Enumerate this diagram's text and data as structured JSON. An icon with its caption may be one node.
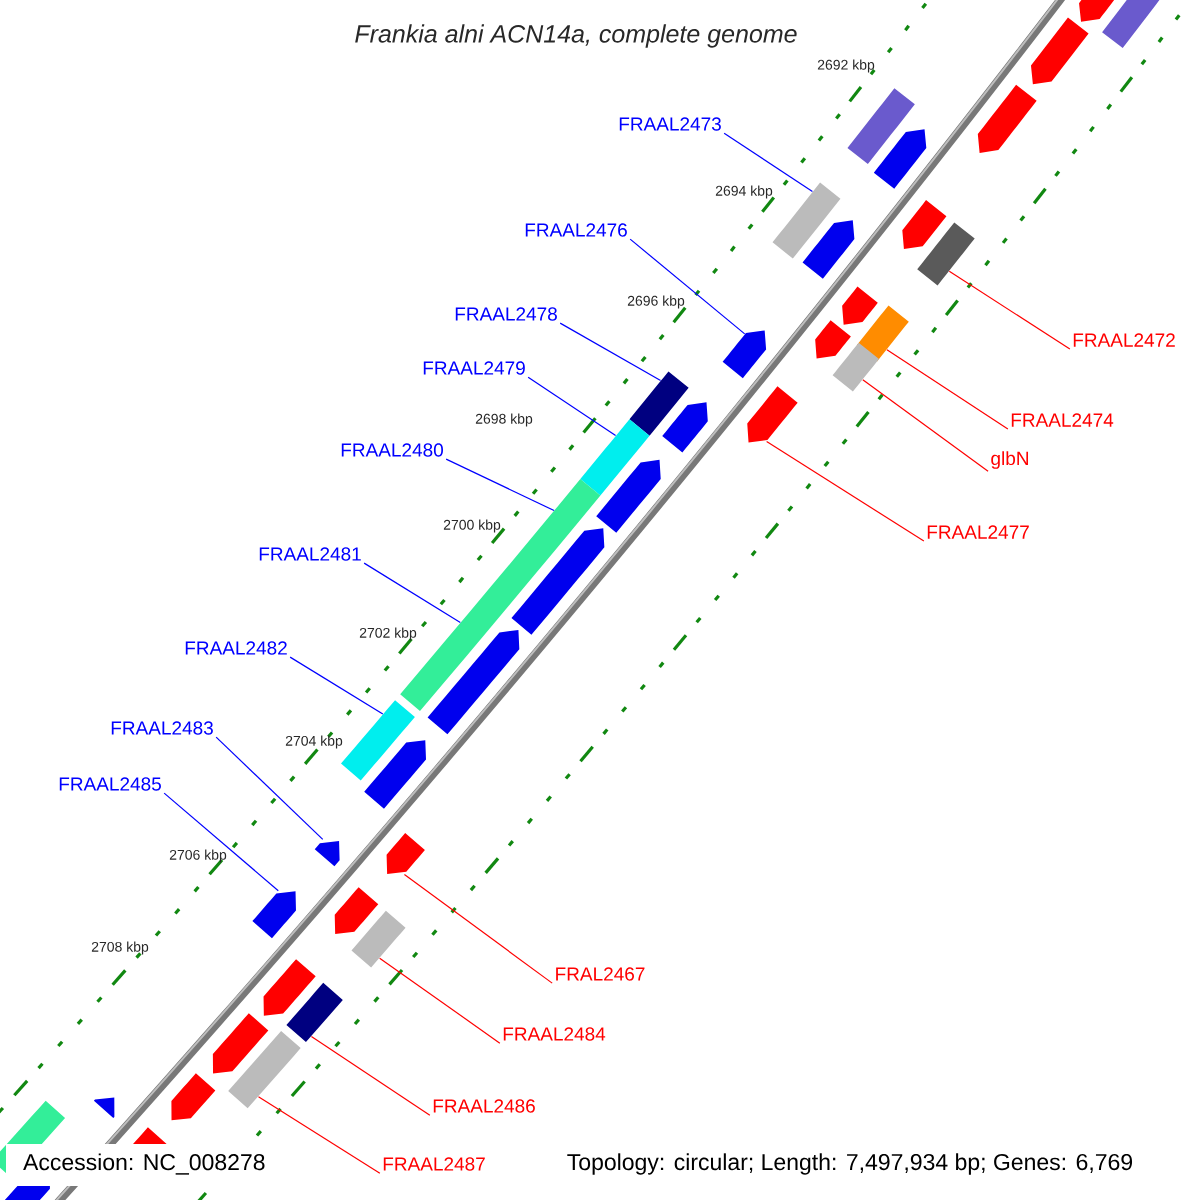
{
  "diagram": {
    "title": "Frankia alni ACN14a, complete genome",
    "nodes": [
      {
        "text": [
          "FRAAL2473"
        ]
      },
      {
        "text": [
          "FRAAL2476"
        ]
      },
      {
        "text": [
          "FRAAL2478"
        ]
      },
      {
        "text": [
          "FRAAL2472"
        ]
      },
      {
        "text": [
          "FRAAL2479"
        ]
      },
      {
        "text": [
          "FRAAL2474"
        ]
      },
      {
        "text": [
          "FRAAL2480"
        ]
      },
      {
        "text": [
          "glbN"
        ]
      },
      {
        "text": [
          "FRAAL2477"
        ]
      },
      {
        "text": [
          "FRAAL2481"
        ]
      },
      {
        "text": [
          "FRAAL2482"
        ]
      },
      {
        "text": [
          "FRAAL2483"
        ]
      },
      {
        "text": [
          "FRAAL2485"
        ]
      },
      {
        "text": [
          "FRAL2467"
        ]
      },
      {
        "text": [
          "FRAAL2484"
        ]
      },
      {
        "text": [
          "FRAAL2486"
        ]
      },
      {
        "text": [
          "FRAAL2487"
        ]
      },
      {
        "text": [],
        "shape": "bar"
      },
      {
        "text": [],
        "shape": "pentagon"
      },
      {
        "text": [],
        "shape": "pentagon"
      },
      {
        "text": [],
        "shape": "pentagon"
      },
      {
        "text": [],
        "shape": "bar"
      },
      {
        "text": [],
        "shape": "pentagon"
      },
      {
        "text": [],
        "shape": "pentagon"
      },
      {
        "text": [],
        "shape": "bar"
      },
      {
        "text": [],
        "shape": "bar"
      },
      {
        "text": [],
        "shape": "pentagon"
      },
      {
        "text": [],
        "shape": "pentagon"
      },
      {
        "text": [],
        "shape": "bar"
      },
      {
        "text": [],
        "shape": "pentagon"
      },
      {
        "text": [],
        "shape": "bar"
      },
      {
        "text": [],
        "shape": "pentagon"
      },
      {
        "text": [],
        "shape": "pentagon"
      },
      {
        "text": [],
        "shape": "pentagon"
      },
      {
        "text": [],
        "shape": "bar"
      },
      {
        "text": [],
        "shape": "bar"
      },
      {
        "text": [],
        "shape": "pentagon"
      },
      {
        "text": [],
        "shape": "pentagon"
      },
      {
        "text": [],
        "shape": "bar"
      },
      {
        "text": [],
        "shape": "pentagon"
      },
      {
        "text": [],
        "shape": "bar"
      },
      {
        "text": [],
        "shape": "pentagon"
      },
      {
        "text": [],
        "shape": "pentagon"
      },
      {
        "text": [],
        "shape": "pentagon"
      },
      {
        "text": [],
        "shape": "pentagon"
      },
      {
        "text": [],
        "shape": "bar"
      },
      {
        "text": [],
        "shape": "pentagon"
      },
      {
        "text": [],
        "shape": "bar"
      },
      {
        "text": [],
        "shape": "pentagon"
      },
      {
        "text": [],
        "shape": "bar"
      },
      {
        "text": [],
        "shape": "pentagon"
      },
      {
        "text": [],
        "shape": "pentagon"
      },
      {
        "text": [],
        "shape": "pentagon"
      },
      {
        "text": [],
        "shape": "pentagon"
      },
      {
        "text": [],
        "shape": "bar"
      },
      {
        "text": [],
        "shape": "pentagon"
      }
    ],
    "edges": [
      {
        "from": 0,
        "to": 25,
        "arrow": "none"
      },
      {
        "from": 1,
        "to": 31,
        "arrow": "none"
      },
      {
        "from": 2,
        "to": 34,
        "arrow": "none"
      },
      {
        "from": 3,
        "to": 24,
        "arrow": "none",
        "color": "#ff0000"
      },
      {
        "from": 4,
        "to": 35,
        "arrow": "none"
      },
      {
        "from": 5,
        "to": 28,
        "arrow": "none",
        "color": "#ff0000"
      },
      {
        "from": 6,
        "to": 38,
        "arrow": "none"
      },
      {
        "from": 7,
        "to": 30,
        "arrow": "none",
        "color": "#ff0000"
      },
      {
        "from": 8,
        "to": 32,
        "arrow": "none",
        "color": "#ff0000"
      },
      {
        "from": 9,
        "to": 38,
        "arrow": "none"
      },
      {
        "from": 10,
        "to": 40,
        "arrow": "none"
      },
      {
        "from": 11,
        "to": 43,
        "arrow": "none"
      },
      {
        "from": 12,
        "to": 46,
        "arrow": "none"
      },
      {
        "from": 13,
        "to": 42,
        "arrow": "none",
        "color": "#ff0000"
      },
      {
        "from": 14,
        "to": 45,
        "arrow": "none",
        "color": "#ff0000"
      },
      {
        "from": 15,
        "to": 47,
        "arrow": "none",
        "color": "#ff0000"
      },
      {
        "from": 16,
        "to": 49,
        "arrow": "none",
        "color": "#ff0000"
      }
    ],
    "labels": [
      "2692 kbp",
      "2694 kbp",
      "2696 kbp",
      "2698 kbp",
      "2700 kbp",
      "2702 kbp",
      "2704 kbp",
      "2706 kbp",
      "2708 kbp",
      "Accession: NC_008278",
      "Topology: circular; Length: 7,497,934 bp; Genes: 6,769"
    ]
  }
}
